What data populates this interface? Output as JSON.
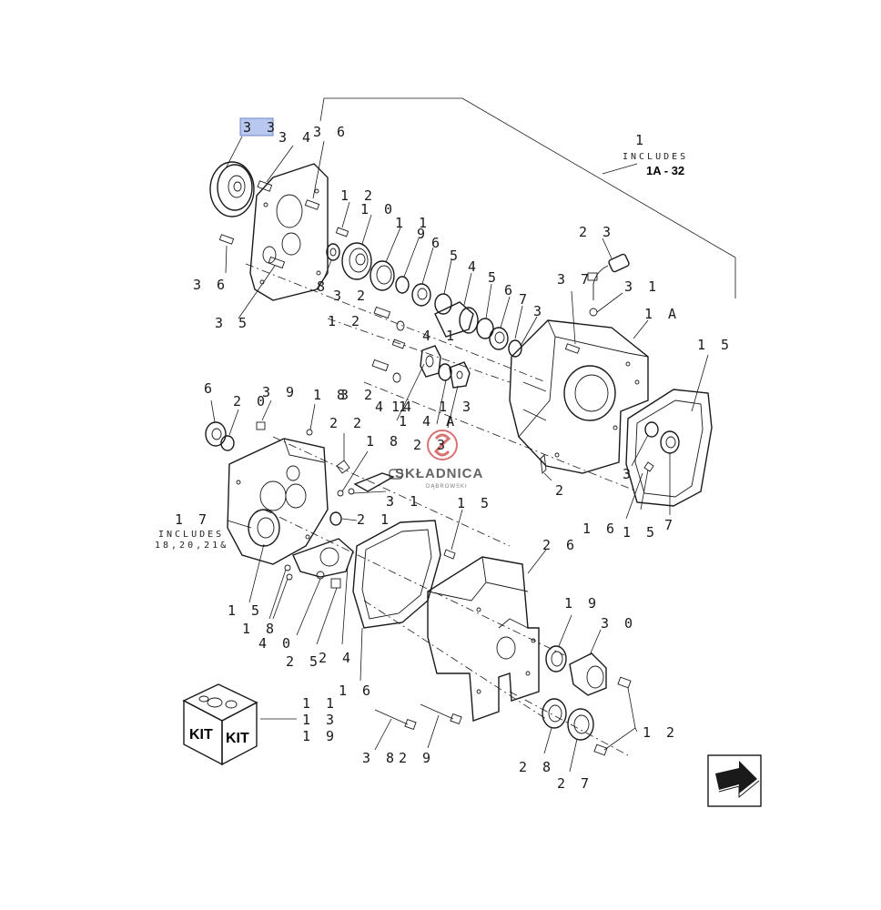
{
  "callouts": {
    "c33": "3 3",
    "c34": "3 4",
    "c36a": "3 6",
    "c36b": "3 6",
    "c35": "3 5",
    "c12a": "1 2",
    "c10": "1 0",
    "c11a": "1 1",
    "c9": "9",
    "c6a": "6",
    "c5a": "5",
    "c4": "4",
    "c5b": "5",
    "c6b": "6",
    "c7a": "7",
    "c3a": "3",
    "c8": "8",
    "c32a": "3 2",
    "c12b": "1 2",
    "c41a": "4 1",
    "c1": "1",
    "c23a": "2 3",
    "c37": "3 7",
    "c31a": "3 1",
    "c1A": "1 A",
    "c15a": "1 5",
    "c6c": "6",
    "c20": "2 0",
    "c39": "3 9",
    "c18a": "1 8",
    "c32b": "3 2",
    "c41b": "4 1",
    "c14": "14",
    "c13": "1 3",
    "c14A": "1 4 A",
    "c22": "2 2",
    "c18b": "1 8",
    "c23b": "2 3",
    "c31b": "3 1",
    "c21": "2 1",
    "c17": "1 7",
    "c3b": "3",
    "c2": "2",
    "c16a": "1 6",
    "c15b": "1 5",
    "c7b": "7",
    "c15c": "1 5",
    "c26": "2 6",
    "c15d": "1 5",
    "c18c": "1 8",
    "c40": "4 0",
    "c25": "2 5",
    "c24": "2 4",
    "c16b": "1 6",
    "c19": "1 9",
    "c30": "3 0",
    "c12c": "1 2",
    "c38": "3 8",
    "c29": "2 9",
    "c28": "2 8",
    "c27": "2 7"
  },
  "notes": {
    "includes_top": "INCLUDES",
    "includes_range": "1A - 32",
    "includes_left": "INCLUDES",
    "includes_left_list": "18,20,21&"
  },
  "kit": {
    "label_left": "KIT",
    "label_right": "KIT",
    "items": [
      "1 1",
      "1 3",
      "1 9"
    ]
  },
  "watermark": {
    "name": "SKŁADNICA",
    "sub": "DĄBROWSKI"
  },
  "icons": {
    "kit_box": "kit-box-icon",
    "next_page": "next-page-arrow-icon"
  },
  "colors": {
    "highlight": "#b9c8ee",
    "watermark_red": "#d35a5a"
  }
}
